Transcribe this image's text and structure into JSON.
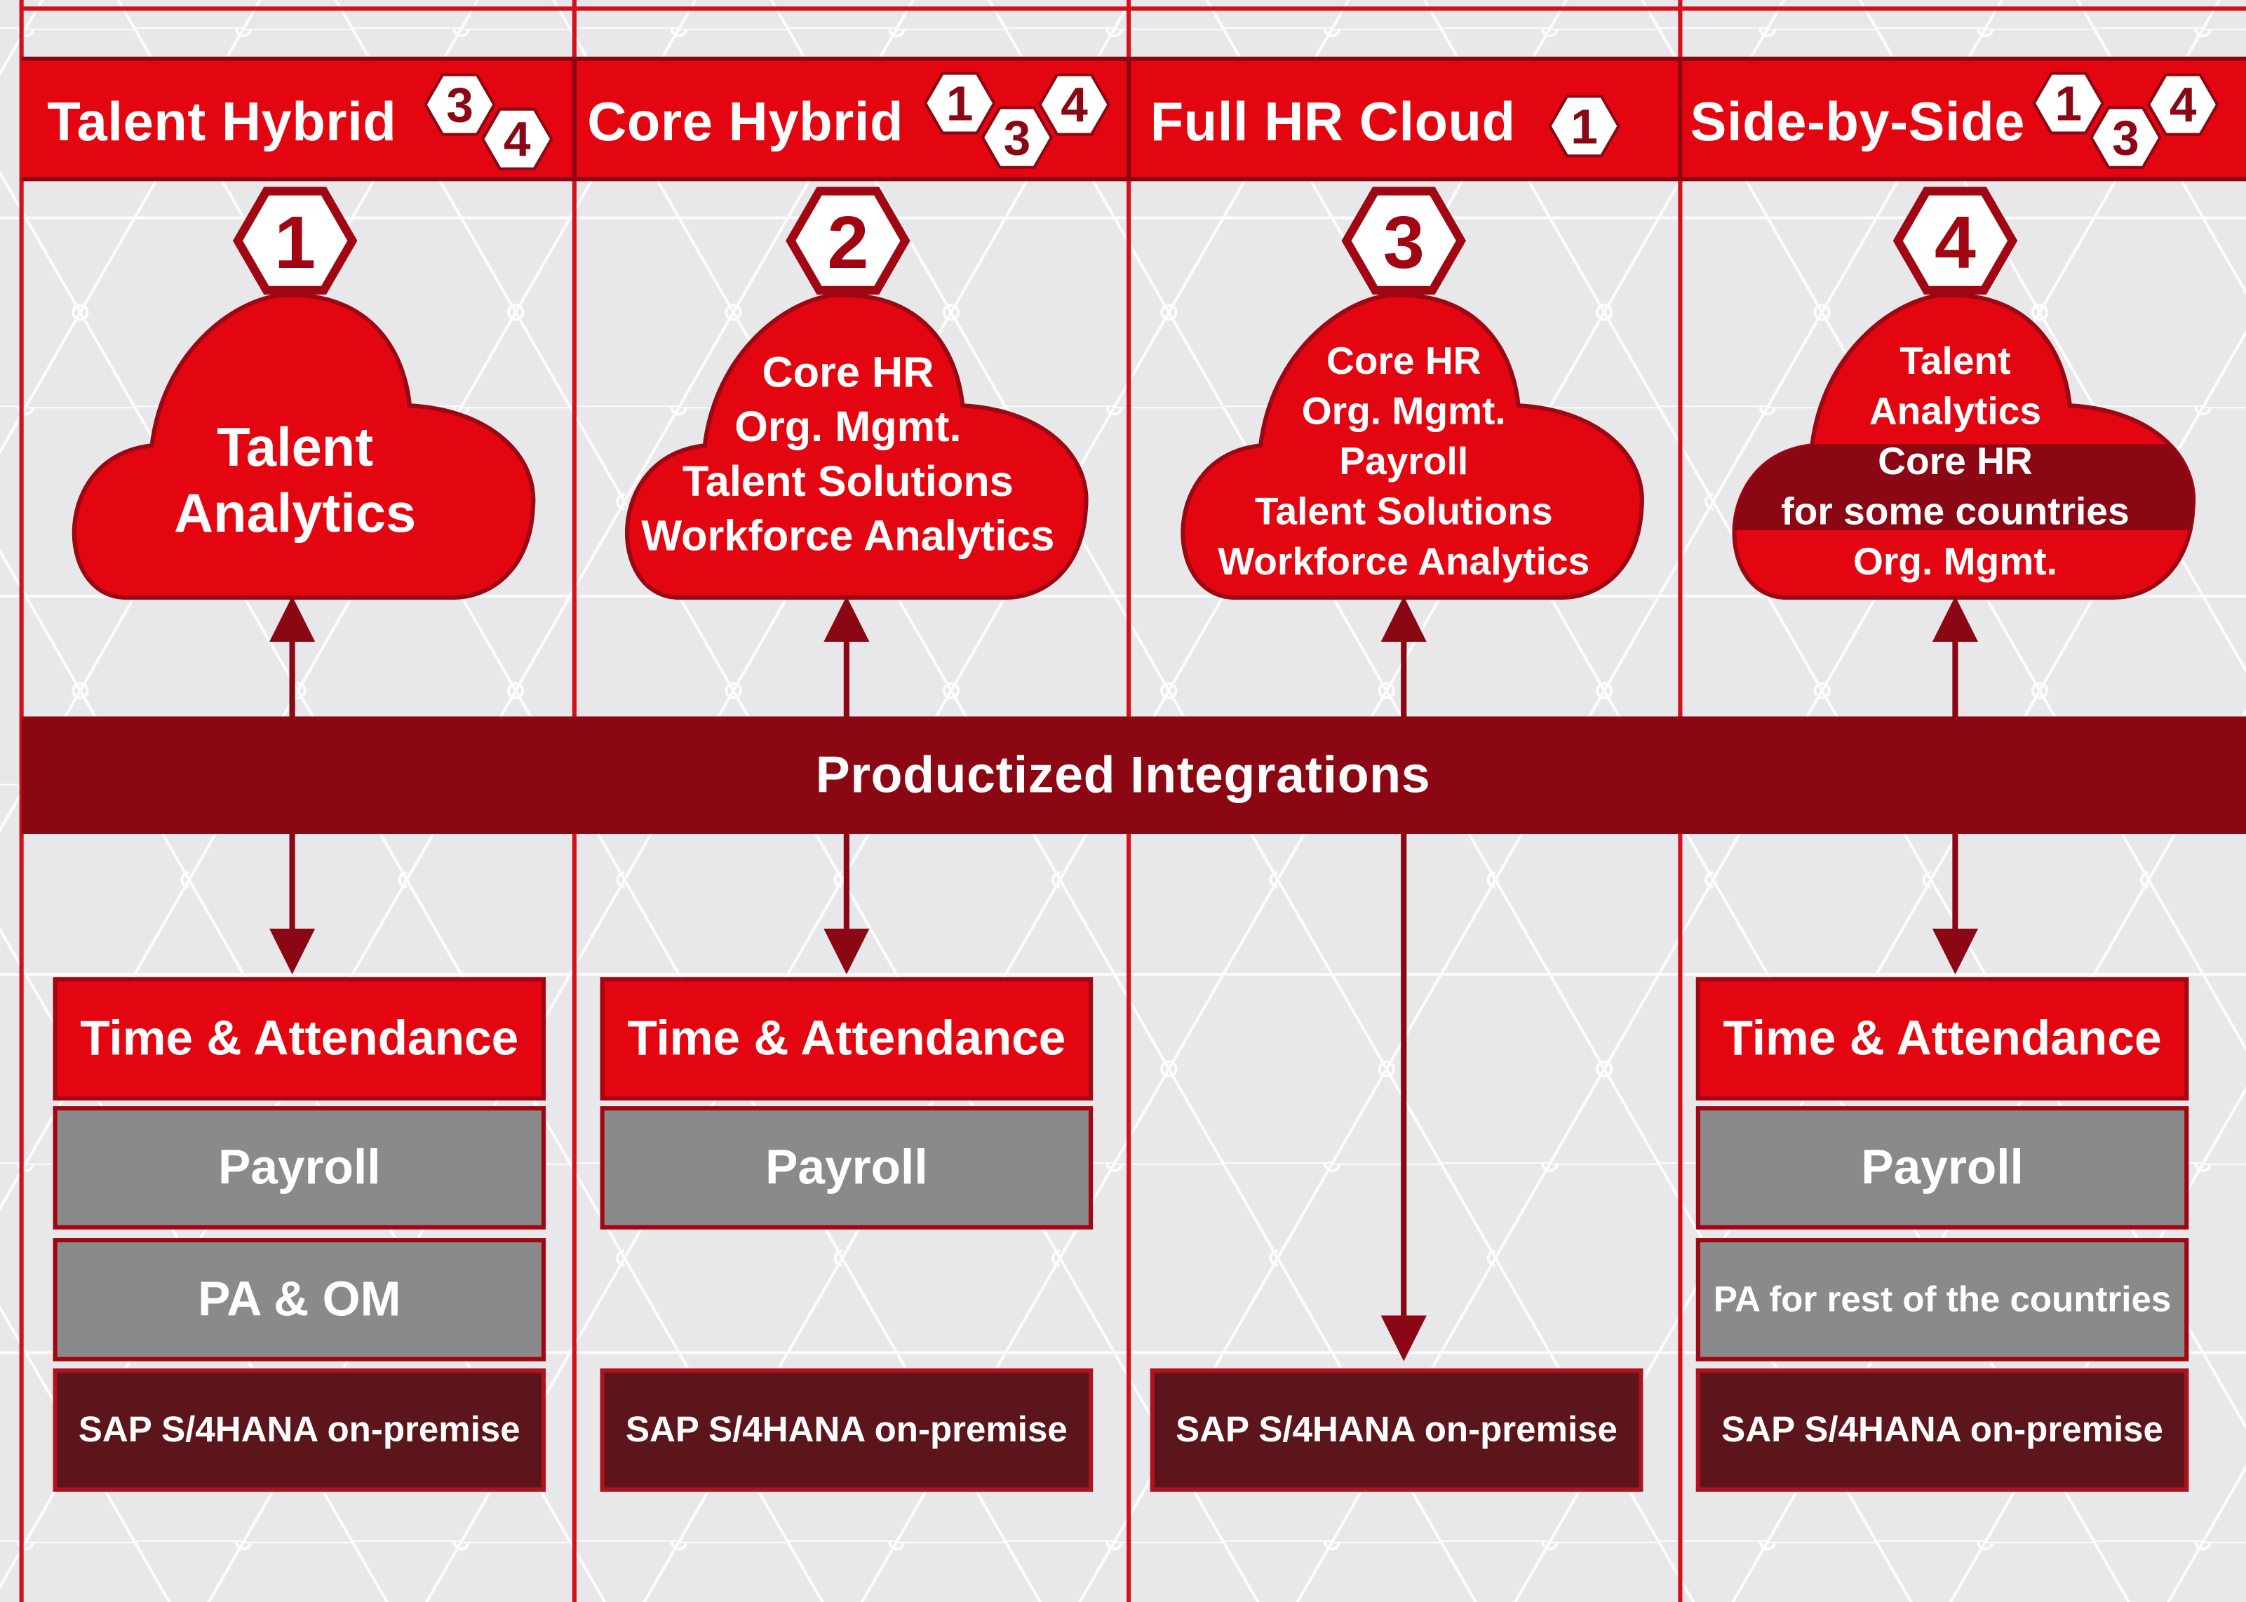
{
  "integration_label": "Productized Integrations",
  "columns": [
    {
      "title": "Talent Hybrid",
      "header_badges": [
        "3",
        "4"
      ],
      "number": "1",
      "cloud_lines": [
        "Talent",
        "Analytics"
      ],
      "boxes": [
        {
          "label": "Time & Attendance",
          "style": "red"
        },
        {
          "label": "Payroll",
          "style": "grey"
        },
        {
          "label": "PA & OM",
          "style": "grey"
        },
        {
          "label": "SAP S/4HANA on-premise",
          "style": "dark"
        }
      ]
    },
    {
      "title": "Core Hybrid",
      "header_badges": [
        "1",
        "3",
        "4"
      ],
      "number": "2",
      "cloud_lines": [
        "Core HR",
        "Org. Mgmt.",
        "Talent Solutions",
        "Workforce Analytics"
      ],
      "boxes": [
        {
          "label": "Time & Attendance",
          "style": "red"
        },
        {
          "label": "Payroll",
          "style": "grey"
        },
        {
          "label": "SAP S/4HANA on-premise",
          "style": "dark"
        }
      ]
    },
    {
      "title": "Full HR Cloud",
      "header_badges": [
        "1"
      ],
      "number": "3",
      "cloud_lines": [
        "Core HR",
        "Org. Mgmt.",
        "Payroll",
        "Talent Solutions",
        "Workforce Analytics"
      ],
      "boxes": [
        {
          "label": "SAP S/4HANA on-premise",
          "style": "dark"
        }
      ]
    },
    {
      "title": "Side-by-Side",
      "header_badges": [
        "1",
        "3",
        "4"
      ],
      "number": "4",
      "cloud_lines": [
        "Talent",
        "Analytics",
        "Core HR",
        "for some countries",
        "Org. Mgmt."
      ],
      "boxes": [
        {
          "label": "Time & Attendance",
          "style": "red"
        },
        {
          "label": "Payroll",
          "style": "grey"
        },
        {
          "label": "PA for rest of the countries",
          "style": "grey"
        },
        {
          "label": "SAP S/4HANA on-premise",
          "style": "dark"
        }
      ]
    }
  ],
  "colors": {
    "brand_red": "#e30611",
    "dark_red": "#8b0714",
    "payroll_grey": "#8a8a8a",
    "on_premise_dark": "#5b151b",
    "background": "#e8e8ea"
  }
}
